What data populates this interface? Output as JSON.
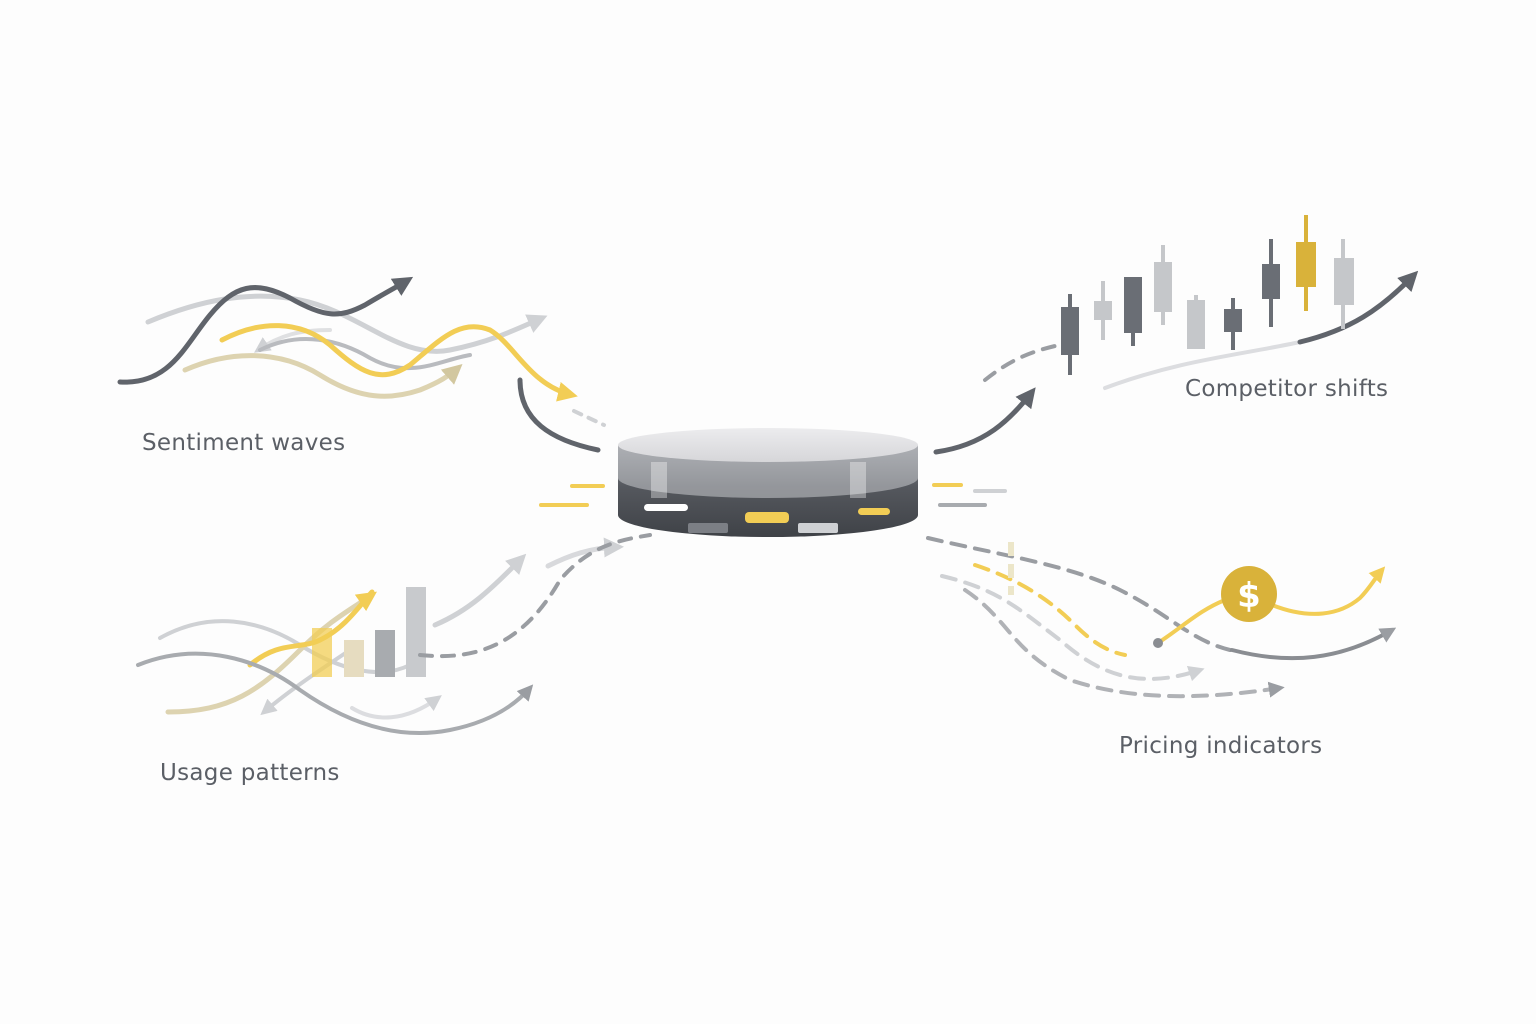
{
  "labels": {
    "sentiment": "Sentiment waves",
    "usage": "Usage patterns",
    "competitor": "Competitor shifts",
    "pricing": "Pricing indicators"
  },
  "icons": {
    "pricing_symbol": "$"
  },
  "colors": {
    "dark_gray": "#60646b",
    "mid_gray": "#9a9da2",
    "light_gray": "#cfd1d4",
    "yellow": "#f2cd55",
    "gold": "#d9b23a",
    "beige": "#ddd3b0",
    "hub_top": "#e4e4e6",
    "hub_body": "#4a4d53"
  }
}
